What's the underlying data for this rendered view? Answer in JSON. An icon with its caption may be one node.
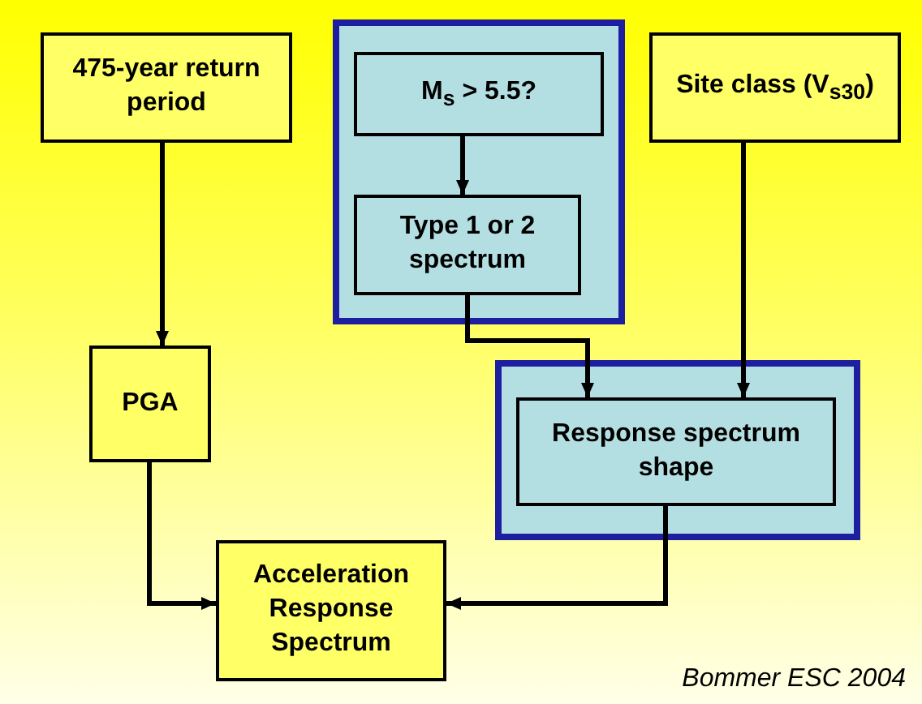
{
  "diagram": {
    "nodes": [
      {
        "text": [
          "475-year return period"
        ]
      },
      {
        "text": [],
        "shape": "box"
      },
      {
        "text": [
          "M$_{s}$ > 5.5?"
        ],
        "in": 1
      },
      {
        "text": [
          "Type 1 or 2 spectrum"
        ],
        "in": 1
      },
      {
        "text": [
          "Site class (V$_{s30}$)"
        ]
      },
      {
        "text": [],
        "shape": "box"
      },
      {
        "text": [
          "Response spectrum shape"
        ],
        "in": 5
      },
      {
        "text": [
          "PGA"
        ]
      },
      {
        "text": [
          "Acceleration Response Spectrum"
        ]
      }
    ],
    "edges": [
      {
        "from": 0,
        "to": 7,
        "arrow": "to"
      },
      {
        "from": 2,
        "to": 3,
        "arrow": "to"
      },
      {
        "from": 3,
        "to": 6,
        "arrow": "to"
      },
      {
        "from": 4,
        "to": 6,
        "arrow": "to"
      },
      {
        "from": 7,
        "to": 8,
        "arrow": "to"
      },
      {
        "from": 6,
        "to": 8,
        "arrow": "to"
      }
    ],
    "labels": [
      "Bommer ESC 2004"
    ]
  }
}
